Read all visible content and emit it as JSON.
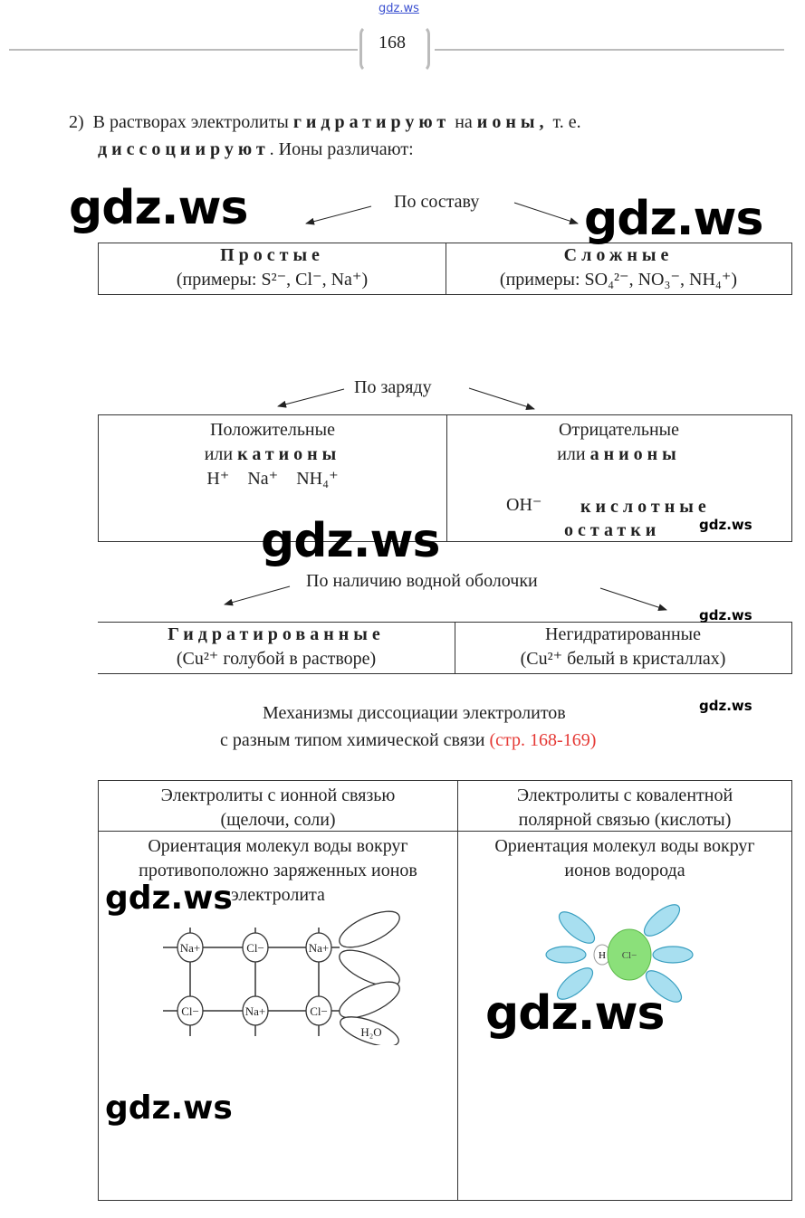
{
  "header": {
    "site": "gdz.ws",
    "page_number": "168"
  },
  "intro": {
    "number": "2)",
    "line1_a": "В растворах электролиты",
    "line1_b": "гидратируют",
    "line1_c": "на",
    "line1_d": "ионы,",
    "line1_e": "т. е.",
    "line2_a": "диссоциируют",
    "line2_b": ". Ионы различают:"
  },
  "composition": {
    "label": "По составу",
    "simple_title": "Простые",
    "simple_examples": "(примеры: S²⁻, Cl⁻, Na⁺)",
    "complex_title": "Сложные",
    "complex_examples": "(примеры: SO₄²⁻, NO₃⁻, NH₄⁺)"
  },
  "charge": {
    "label": "По заряду",
    "pos_title": "Положительные",
    "pos_or": "или",
    "pos_term": "катионы",
    "pos_examples": "H⁺    Na⁺    NH₄⁺",
    "neg_title": "Отрицательные",
    "neg_or": "или",
    "neg_term": "анионы",
    "neg_oh": "OH⁻",
    "neg_acid1": "кислотные",
    "neg_acid2": "остатки"
  },
  "hydration": {
    "label": "По наличию водной оболочки",
    "hyd_title": "Гидратированные",
    "hyd_example": "(Cu²⁺ голубой в растворе)",
    "nonhyd_title": "Негидратированные",
    "nonhyd_example": "(Cu²⁺ белый в кристаллах)"
  },
  "mechanisms": {
    "title1": "Механизмы диссоциации электролитов",
    "title2": "с разным типом химической связи",
    "ref": "(стр. 168-169)",
    "col1_h1": "Электролиты с ионной связью",
    "col1_h2": "(щелочи, соли)",
    "col2_h1": "Электролиты с ковалентной",
    "col2_h2": "полярной связью (кислоты)",
    "col1_b1": "Ориентация молекул воды вокруг",
    "col1_b2": "противоположно заряженных ионов",
    "col1_b3": "электролита",
    "col2_b1": "Ориентация молекул воды вокруг",
    "col2_b2": "ионов водорода",
    "ions": {
      "na": "Na+",
      "cl": "Cl−",
      "h": "H",
      "h2o": "H₂O"
    }
  },
  "watermarks": [
    "gdz.ws",
    "gdz.ws",
    "gdz.ws",
    "gdz.ws",
    "gdz.ws",
    "gdz.ws",
    "gdz.ws",
    "gdz.ws",
    "gdz.ws"
  ],
  "colors": {
    "ref": "#e53935",
    "water": "#a8dff0",
    "chlorine": "#8be07a"
  }
}
